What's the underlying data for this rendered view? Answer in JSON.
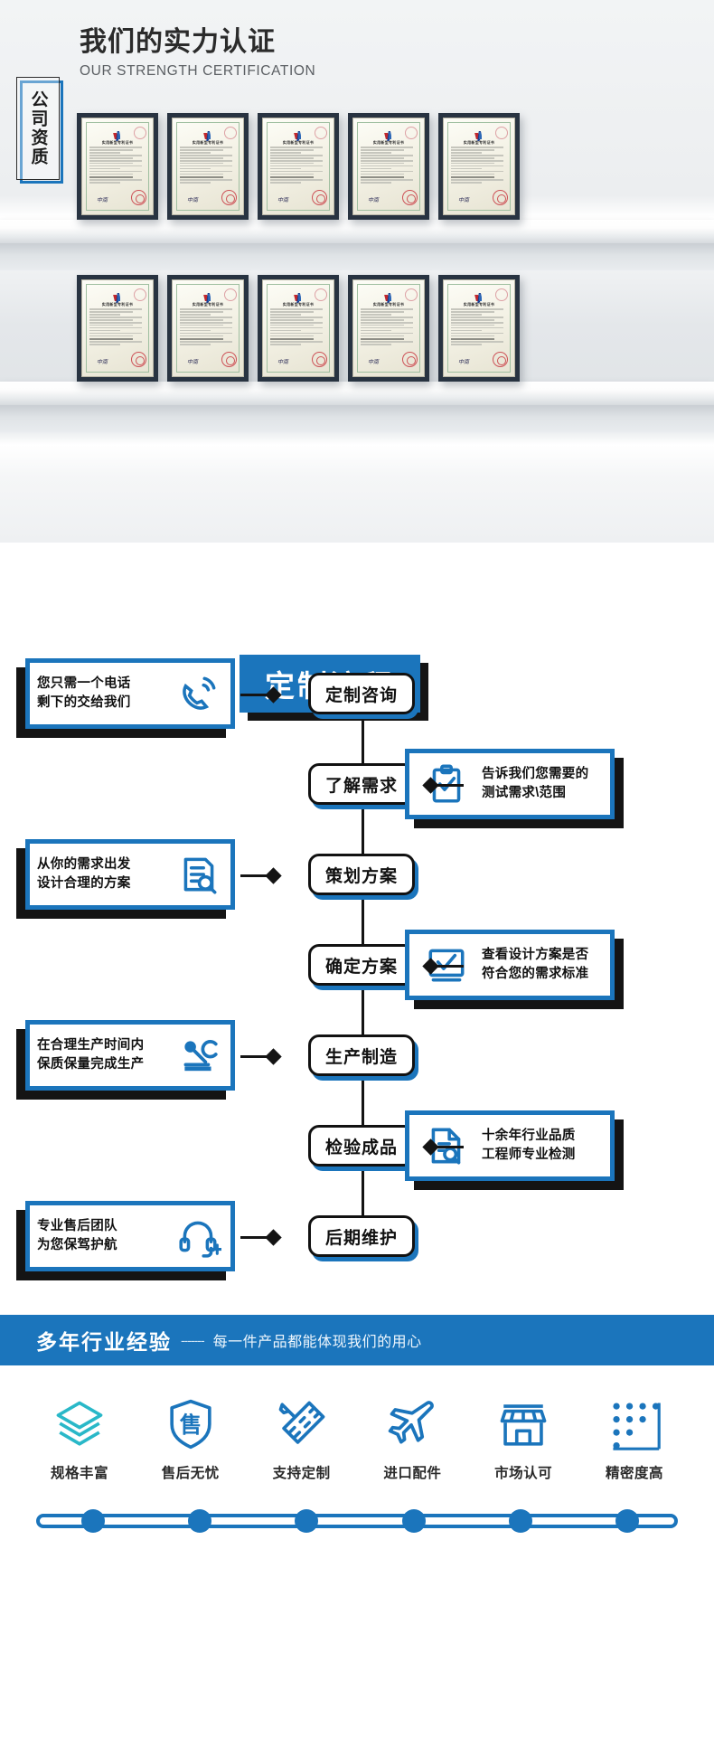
{
  "certification": {
    "title": "我们的实力认证",
    "subtitle": "OUR STRENGTH CERTIFICATION",
    "badge": "公司资质",
    "certificate_title": "实用新型专利证书",
    "certificate_count": 10,
    "rows": [
      {
        "items": [
          "实用新型专利证书",
          "实用新型专利证书",
          "实用新型专利证书",
          "实用新型专利证书",
          "实用新型专利证书"
        ]
      },
      {
        "items": [
          "实用新型专利证书",
          "实用新型专利证书",
          "实用新型专利证书",
          "实用新型专利证书",
          "实用新型专利证书"
        ]
      }
    ]
  },
  "flow": {
    "banner": "定制流程",
    "steps": [
      {
        "label": "定制咨询",
        "side": "left",
        "note_line1": "您只需一个电话",
        "note_line2": "剩下的交给我们",
        "icon": "phone-ring-icon"
      },
      {
        "label": "了解需求",
        "side": "right",
        "note_line1": "告诉我们您需要的",
        "note_line2": "测试需求\\范围",
        "icon": "clipboard-check-icon"
      },
      {
        "label": "策划方案",
        "side": "left",
        "note_line1": "从你的需求出发",
        "note_line2": "设计合理的方案",
        "icon": "document-search-icon"
      },
      {
        "label": "确定方案",
        "side": "right",
        "note_line1": "查看设计方案是否",
        "note_line2": "符合您的需求标准",
        "icon": "monitor-check-icon"
      },
      {
        "label": "生产制造",
        "side": "left",
        "note_line1": "在合理生产时间内",
        "note_line2": "保质保量完成生产",
        "icon": "robot-arm-icon"
      },
      {
        "label": "检验成品",
        "side": "right",
        "note_line1": "十余年行业品质",
        "note_line2": "工程师专业检测",
        "icon": "file-inspect-icon"
      },
      {
        "label": "后期维护",
        "side": "left",
        "note_line1": "专业售后团队",
        "note_line2": "为您保驾护航",
        "icon": "headset-add-icon"
      }
    ]
  },
  "experience": {
    "headline": "多年行业经验",
    "dashes": "-------",
    "tagline": "每一件产品都能体现我们的用心"
  },
  "features": [
    {
      "label": "规格丰富",
      "icon": "layers-icon"
    },
    {
      "label": "售后无忧",
      "icon": "shield-sale-icon"
    },
    {
      "label": "支持定制",
      "icon": "ruler-pencil-icon"
    },
    {
      "label": "进口配件",
      "icon": "airplane-icon"
    },
    {
      "label": "市场认可",
      "icon": "storefront-icon"
    },
    {
      "label": "精密度高",
      "icon": "dot-matrix-icon"
    }
  ],
  "timeline": {
    "node_count": 6
  },
  "colors": {
    "brand_blue": "#1b75bc",
    "teal": "#29b8c8",
    "ink": "#141414",
    "bg_gray": "#e8ebee"
  }
}
